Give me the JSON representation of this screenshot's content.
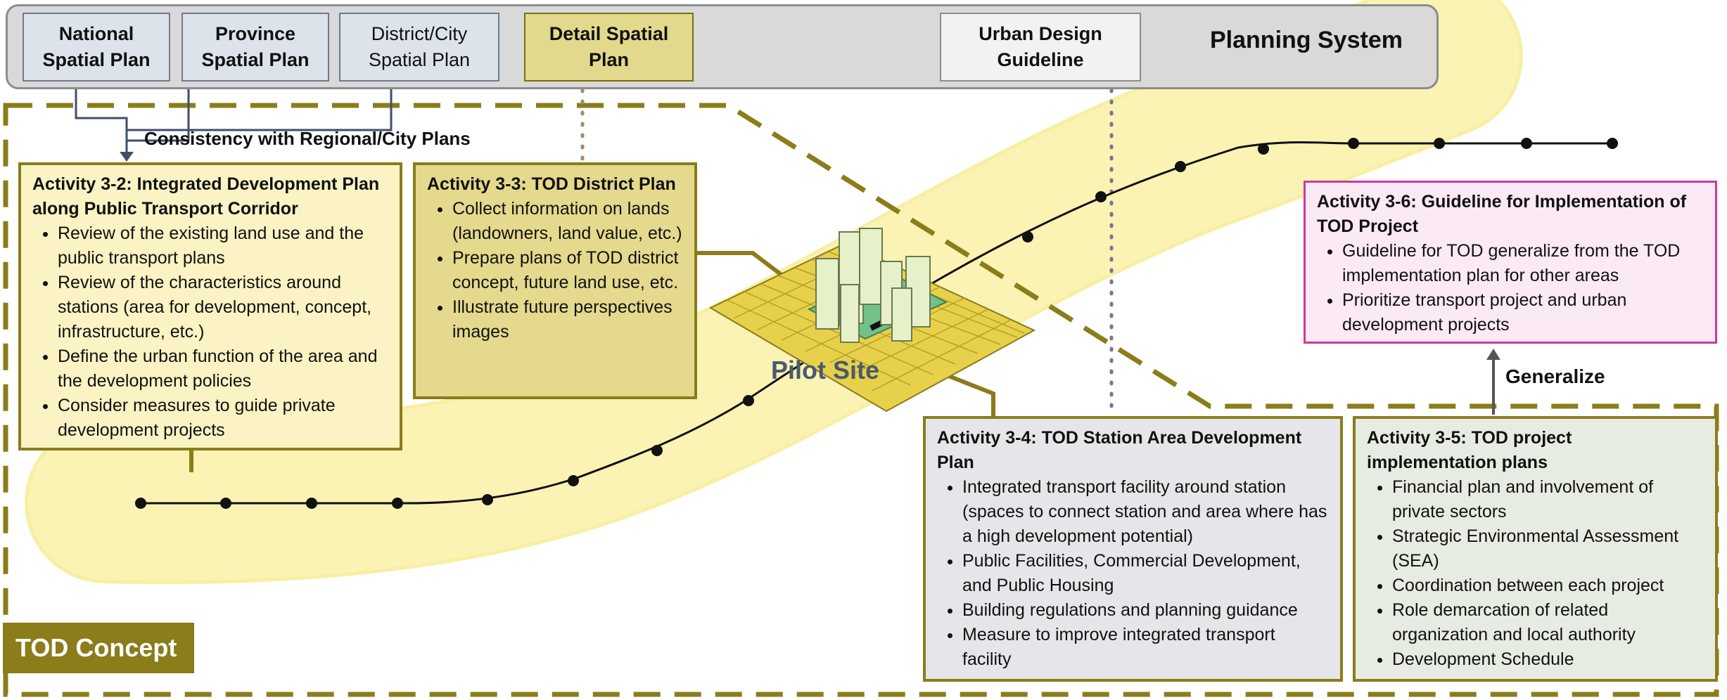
{
  "planning_system": {
    "title": "Planning System",
    "boxes": [
      {
        "line1": "National",
        "line2": "Spatial Plan"
      },
      {
        "line1": "Province",
        "line2": "Spatial Plan"
      },
      {
        "line1": "District/City",
        "line2": "Spatial Plan"
      },
      {
        "line1": "Detail Spatial",
        "line2": "Plan"
      },
      {
        "line1": "Urban Design",
        "line2": "Guideline"
      }
    ]
  },
  "labels": {
    "consistency": "Consistency with Regional/City Plans",
    "generalize": "Generalize",
    "pilot_site": "Pilot Site",
    "tod_concept": "TOD Concept"
  },
  "activities": [
    {
      "title": "Activity 3-2: Integrated Development Plan along Public Transport Corridor",
      "items": [
        "Review of the existing land use and the public transport plans",
        "Review of the characteristics around stations (area for development, concept, infrastructure, etc.)",
        "Define  the urban function of the area and the development policies",
        "Consider measures to guide private development projects"
      ]
    },
    {
      "title": "Activity 3-3: TOD District Plan",
      "items": [
        "Collect information on lands (landowners, land value, etc.)",
        "Prepare plans of TOD district concept, future land use, etc.",
        "Illustrate future perspectives images"
      ]
    },
    {
      "title": "Activity 3-4: TOD Station Area Development Plan",
      "items": [
        "Integrated transport facility around station (spaces to connect station and area where has a high development potential)",
        "Public Facilities, Commercial Development, and Public Housing",
        "Building regulations and planning guidance",
        "Measure to improve integrated transport facility"
      ]
    },
    {
      "title": "Activity 3-5: TOD project implementation plans",
      "items": [
        "Financial plan and involvement of private sectors",
        "Strategic Environmental Assessment (SEA)",
        "Coordination between each project",
        "Role demarcation of related organization and local authority",
        "Development Schedule"
      ]
    },
    {
      "title": "Activity 3-6: Guideline for Implementation of TOD Project",
      "items": [
        "Guideline for TOD generalize from the TOD implementation plan for other areas",
        "Prioritize transport project and urban development projects"
      ]
    }
  ],
  "colors": {
    "corridor": "#faf3b4",
    "olive": "#8a7d1a",
    "pink": "#cc3a9a",
    "slate": "#4a5a6f"
  }
}
